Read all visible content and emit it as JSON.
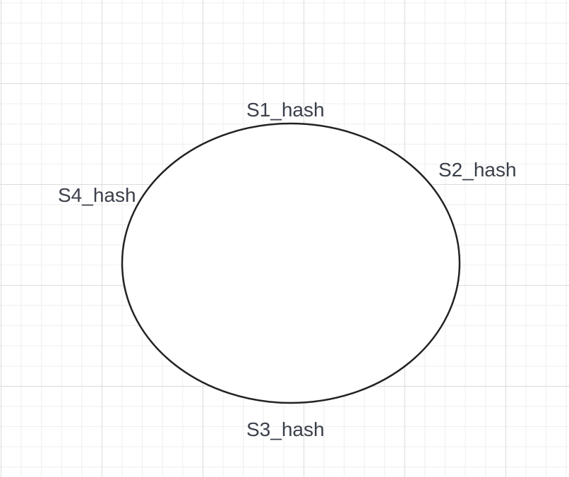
{
  "diagram": {
    "nodes": [
      {
        "id": "s1",
        "label": "S1_hash"
      },
      {
        "id": "s2",
        "label": "S2_hash"
      },
      {
        "id": "s3",
        "label": "S3_hash"
      },
      {
        "id": "s4",
        "label": "S4_hash"
      }
    ]
  },
  "colors": {
    "background": "#ffffff",
    "grid_major": "#dcdcdc",
    "grid_minor": "#eeeeee",
    "ring_stroke": "#222222",
    "label_text": "#3a3f4a"
  }
}
